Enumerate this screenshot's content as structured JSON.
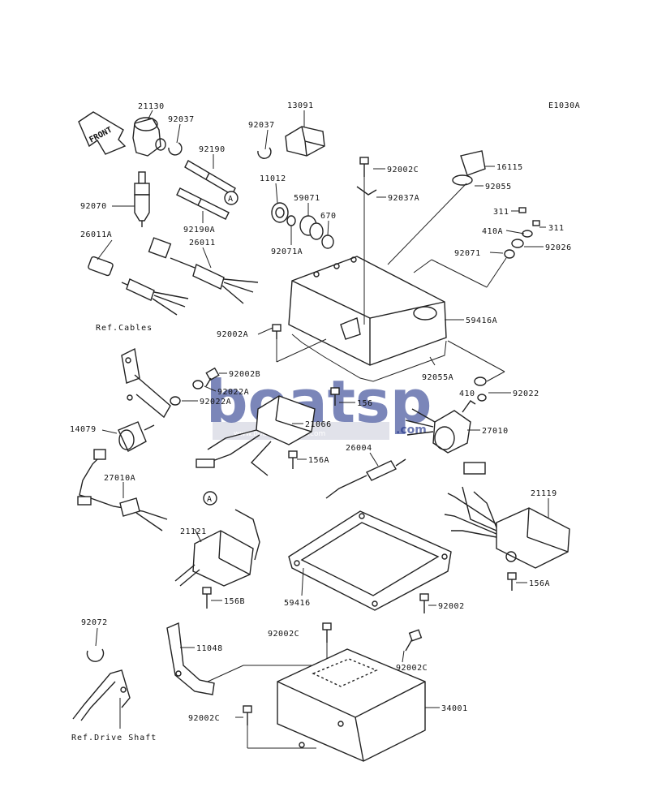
{
  "diagram_code": "E1030A",
  "front_label": "FRONT",
  "marker_a": "A",
  "watermark": {
    "brand": "boatsp",
    "suffix": ".com",
    "tagline": "www.boatspecialists.com",
    "color": "#2b3d8f"
  },
  "references": {
    "cables": "Ref.Cables",
    "drive_shaft": "Ref.Drive Shaft"
  },
  "labels": [
    {
      "id": "p21130",
      "text": "21130"
    },
    {
      "id": "p92037a",
      "text": "92037"
    },
    {
      "id": "p92037b",
      "text": "92037"
    },
    {
      "id": "p13091",
      "text": "13091"
    },
    {
      "id": "p92190",
      "text": "92190"
    },
    {
      "id": "p92070",
      "text": "92070"
    },
    {
      "id": "p11012",
      "text": "11012"
    },
    {
      "id": "p92190A",
      "text": "92190A"
    },
    {
      "id": "p59071",
      "text": "59071"
    },
    {
      "id": "p670",
      "text": "670"
    },
    {
      "id": "p92071A",
      "text": "92071A"
    },
    {
      "id": "p92002C1",
      "text": "92002C"
    },
    {
      "id": "p16115",
      "text": "16115"
    },
    {
      "id": "p92055",
      "text": "92055"
    },
    {
      "id": "p92037A",
      "text": "92037A"
    },
    {
      "id": "p311a",
      "text": "311"
    },
    {
      "id": "p311b",
      "text": "311"
    },
    {
      "id": "p410A",
      "text": "410A"
    },
    {
      "id": "p92071",
      "text": "92071"
    },
    {
      "id": "p92026",
      "text": "92026"
    },
    {
      "id": "p26011A",
      "text": "26011A"
    },
    {
      "id": "p26011",
      "text": "26011"
    },
    {
      "id": "p59416A",
      "text": "59416A"
    },
    {
      "id": "p92002A",
      "text": "92002A"
    },
    {
      "id": "p92055A",
      "text": "92055A"
    },
    {
      "id": "p92002B",
      "text": "92002B"
    },
    {
      "id": "p92022A1",
      "text": "92022A"
    },
    {
      "id": "p92022A2",
      "text": "92022A"
    },
    {
      "id": "p156",
      "text": "156"
    },
    {
      "id": "p410",
      "text": "410"
    },
    {
      "id": "p92022",
      "text": "92022"
    },
    {
      "id": "p14079",
      "text": "14079"
    },
    {
      "id": "p21066",
      "text": "21066"
    },
    {
      "id": "p27010",
      "text": "27010"
    },
    {
      "id": "p26004",
      "text": "26004"
    },
    {
      "id": "p156A1",
      "text": "156A"
    },
    {
      "id": "p27010A",
      "text": "27010A"
    },
    {
      "id": "p21119",
      "text": "21119"
    },
    {
      "id": "p21121",
      "text": "21121"
    },
    {
      "id": "p156A2",
      "text": "156A"
    },
    {
      "id": "p59416",
      "text": "59416"
    },
    {
      "id": "p156B",
      "text": "156B"
    },
    {
      "id": "p92002",
      "text": "92002"
    },
    {
      "id": "p92072",
      "text": "92072"
    },
    {
      "id": "p11048",
      "text": "11048"
    },
    {
      "id": "p92002C2",
      "text": "92002C"
    },
    {
      "id": "p92002C3",
      "text": "92002C"
    },
    {
      "id": "p34001",
      "text": "34001"
    },
    {
      "id": "p92002C4",
      "text": "92002C"
    }
  ]
}
